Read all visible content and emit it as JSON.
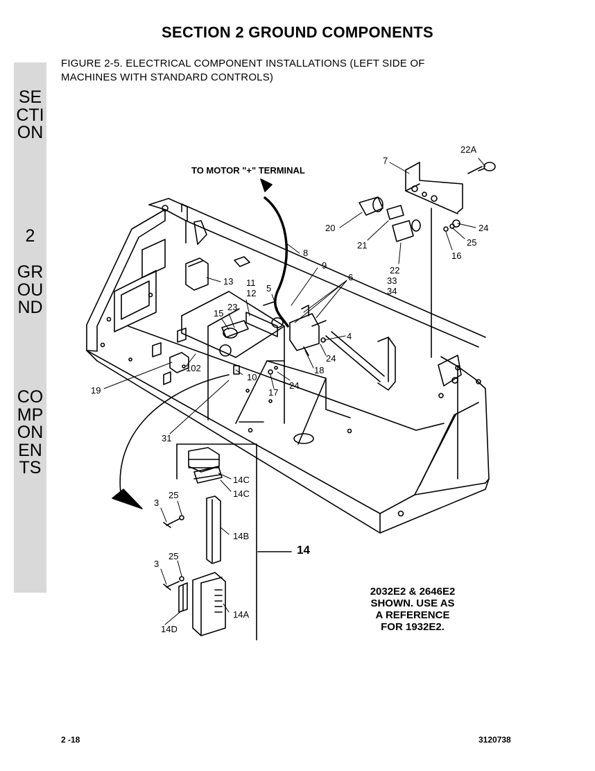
{
  "header": {
    "title": "SECTION 2   GROUND COMPONENTS",
    "caption_line1": "FIGURE 2-5.   ELECTRICAL COMPONENT INSTALLATIONS (LEFT SIDE OF",
    "caption_line2": "MACHINES WITH STANDARD CONTROLS)"
  },
  "side_tab": {
    "word1": "SECTION",
    "word2": "2",
    "word3": "GROUND",
    "word4": "COMPONENTS"
  },
  "diagram": {
    "motor_label": "TO MOTOR \"+\" TERMINAL",
    "callouts": {
      "c22a": "22A",
      "c7": "7",
      "c20": "20",
      "c21": "21",
      "c24a": "24",
      "c25a": "25",
      "c16": "16",
      "c22": "22",
      "c33": "33",
      "c34": "34",
      "c8": "8",
      "c9": "9",
      "c6": "6",
      "c13": "13",
      "c11": "11",
      "c12": "12",
      "c5": "5",
      "c23": "23",
      "c15": "15",
      "c4": "4",
      "c24b": "24",
      "c18": "18",
      "c102": "102",
      "c10": "10",
      "c24c": "24",
      "c17": "17",
      "c19": "19",
      "c31": "31",
      "c14c1": "14C",
      "c14c2": "14C",
      "c3a": "3",
      "c25b": "25",
      "c14b": "14B",
      "c14": "14",
      "c3b": "3",
      "c25c": "25",
      "c14a": "14A",
      "c14d": "14D"
    }
  },
  "note": {
    "line1": "2032E2 & 2646E2",
    "line2": "SHOWN.  USE AS",
    "line3": "A REFERENCE",
    "line4": "FOR 1932E2."
  },
  "footer": {
    "page": "2 -18",
    "doc_number": "3120738"
  }
}
